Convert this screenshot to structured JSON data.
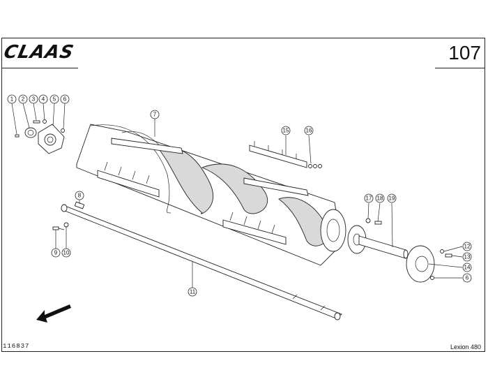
{
  "header": {
    "brand": "CLAAS",
    "page_number": "107"
  },
  "footer": {
    "drawing_number": "116837",
    "model": "Lexion 480"
  },
  "callouts": [
    {
      "label": "1",
      "part": "callout-1"
    },
    {
      "label": "2",
      "part": "callout-2"
    },
    {
      "label": "3",
      "part": "callout-3"
    },
    {
      "label": "4",
      "part": "callout-4"
    },
    {
      "label": "5",
      "part": "callout-5"
    },
    {
      "label": "6",
      "part": "callout-6-left"
    },
    {
      "label": "7",
      "part": "callout-7"
    },
    {
      "label": "8",
      "part": "callout-8"
    },
    {
      "label": "9",
      "part": "callout-9"
    },
    {
      "label": "10",
      "part": "callout-10"
    },
    {
      "label": "11",
      "part": "callout-11"
    },
    {
      "label": "12",
      "part": "callout-12"
    },
    {
      "label": "13",
      "part": "callout-13"
    },
    {
      "label": "14",
      "part": "callout-14"
    },
    {
      "label": "6",
      "part": "callout-6-right"
    },
    {
      "label": "15",
      "part": "callout-15"
    },
    {
      "label": "16",
      "part": "callout-16"
    },
    {
      "label": "17",
      "part": "callout-17"
    },
    {
      "label": "18",
      "part": "callout-18"
    },
    {
      "label": "19",
      "part": "callout-19"
    }
  ],
  "icons": {
    "direction_arrow": "arrow-icon"
  }
}
